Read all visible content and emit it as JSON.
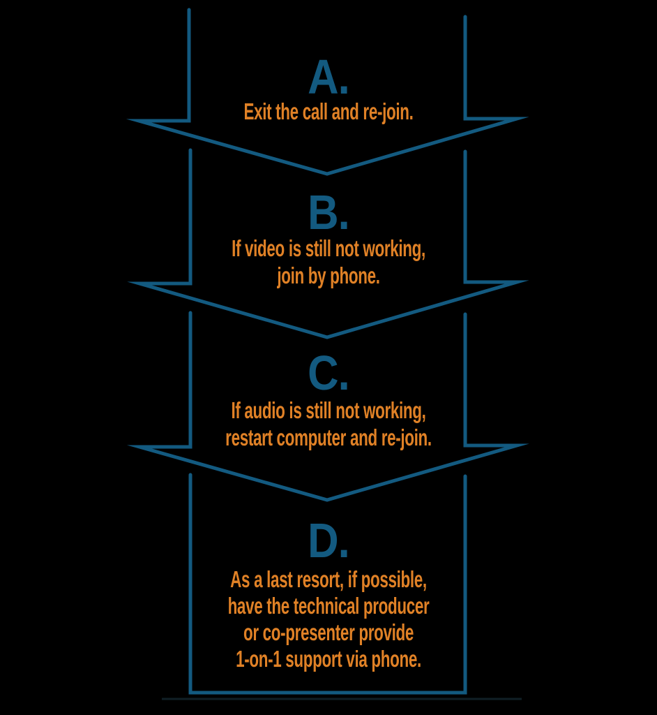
{
  "colors": {
    "arrow_outline": "#135A80",
    "step_letter_text": "#135A80",
    "step_body_text": "#E08126",
    "background": "#000000",
    "sketch_shadow_line": "#1E3945"
  },
  "steps": [
    {
      "letter": "A.",
      "lines": [
        "Exit the call and re-join."
      ]
    },
    {
      "letter": "B.",
      "lines": [
        "If video is still not working,",
        "join by phone."
      ]
    },
    {
      "letter": "C.",
      "lines": [
        "If audio is still not working,",
        "restart computer and re-join."
      ]
    },
    {
      "letter": "D.",
      "lines": [
        "As a last resort, if possible,",
        "have the technical producer",
        "or co-presenter provide",
        "1-on-1 support via phone."
      ]
    }
  ]
}
